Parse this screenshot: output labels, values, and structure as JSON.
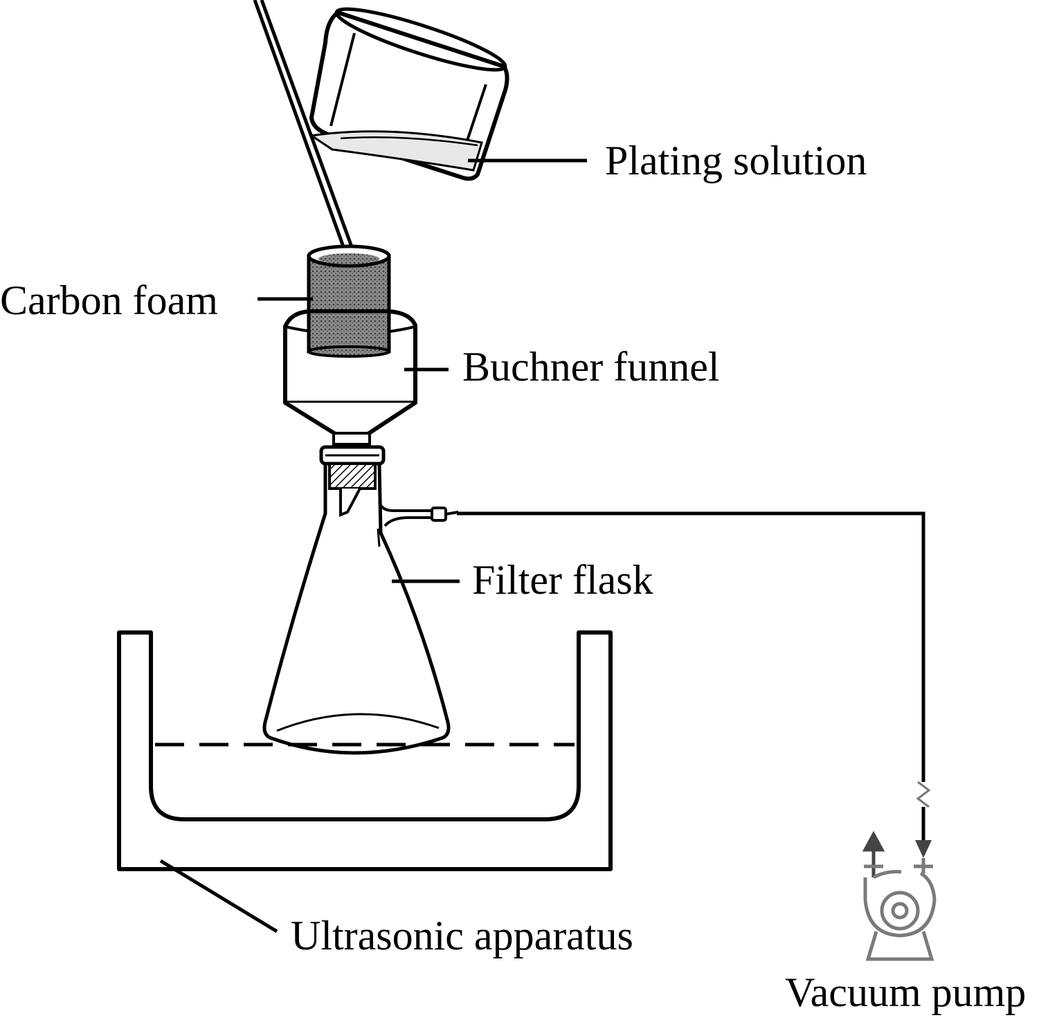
{
  "labels": {
    "plating_solution": "Plating solution",
    "carbon_foam": "Carbon foam",
    "buchner_funnel": "Buchner funnel",
    "filter_flask": "Filter flask",
    "ultrasonic_apparatus": "Ultrasonic apparatus",
    "vacuum_pump": "Vacuum pump"
  },
  "colors": {
    "stroke": "#000000",
    "foam": "#6f6f6f",
    "pump": "#7a7a7a",
    "background": "#ffffff"
  }
}
